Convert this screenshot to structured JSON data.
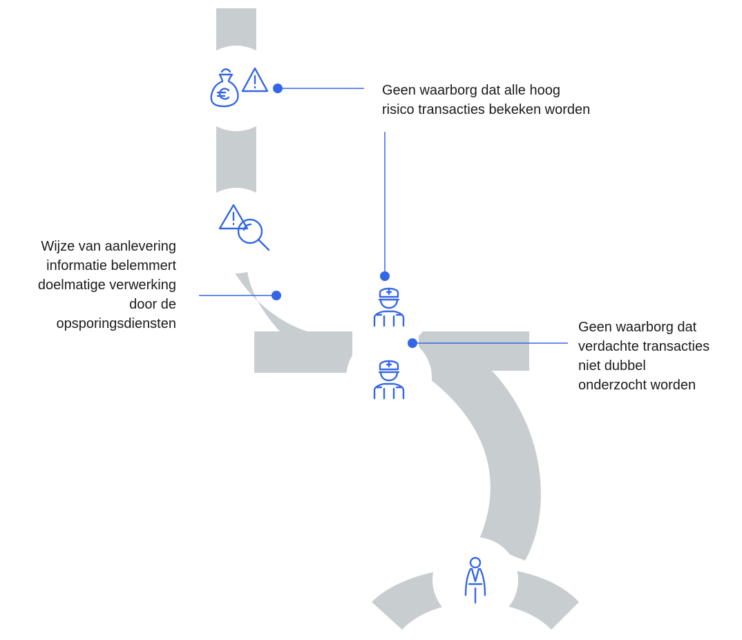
{
  "colors": {
    "path": "#c8cdcf",
    "accent": "#3366e6",
    "node": "#ffffff",
    "text": "#1a1a1a"
  },
  "nodes": [
    {
      "icon": "money-bag-warning-icon"
    },
    {
      "icon": "warning-search-icon"
    },
    {
      "icon": "police-officer-icon"
    },
    {
      "icon": "police-officer-icon"
    },
    {
      "icon": "lawyer-icon"
    }
  ],
  "callouts": {
    "top": {
      "lines": [
        "Geen waarborg dat alle hoog",
        "risico transacties bekeken worden"
      ]
    },
    "left": {
      "lines": [
        "Wijze van aanlevering",
        "informatie belemmert",
        "doelmatige verwerking",
        "door de",
        "opsporingsdiensten"
      ]
    },
    "right": {
      "lines": [
        "Geen waarborg dat",
        "verdachte transacties",
        "niet dubbel",
        "onderzocht worden"
      ]
    }
  }
}
